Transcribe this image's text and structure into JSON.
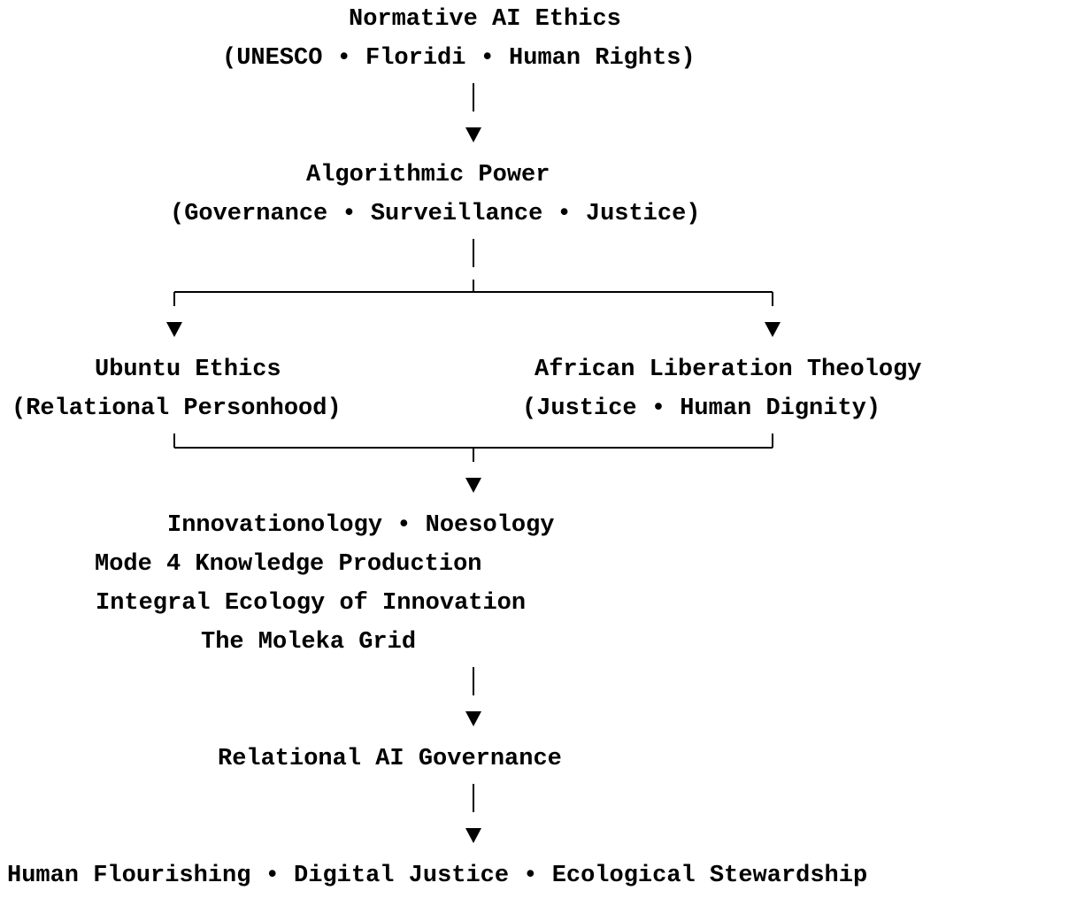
{
  "nodes": {
    "normative_ethics": {
      "title": "Normative AI Ethics",
      "subtitle": "(UNESCO • Floridi • Human Rights)"
    },
    "algorithmic_power": {
      "title": "Algorithmic Power",
      "subtitle": "(Governance • Surveillance • Justice)"
    },
    "ubuntu_ethics": {
      "title": "Ubuntu Ethics",
      "subtitle": "(Relational Personhood)"
    },
    "liberation_theology": {
      "title": "African Liberation Theology",
      "subtitle": "(Justice • Human Dignity)"
    },
    "synthesis": {
      "lines": [
        "Innovationology • Noesology",
        "Mode 4 Knowledge Production",
        "Integral Ecology of Innovation",
        "The Moleka Grid"
      ]
    },
    "relational_governance": {
      "title": "Relational AI Governance"
    },
    "outcomes": {
      "title": "Human Flourishing • Digital Justice • Ecological Stewardship"
    }
  }
}
